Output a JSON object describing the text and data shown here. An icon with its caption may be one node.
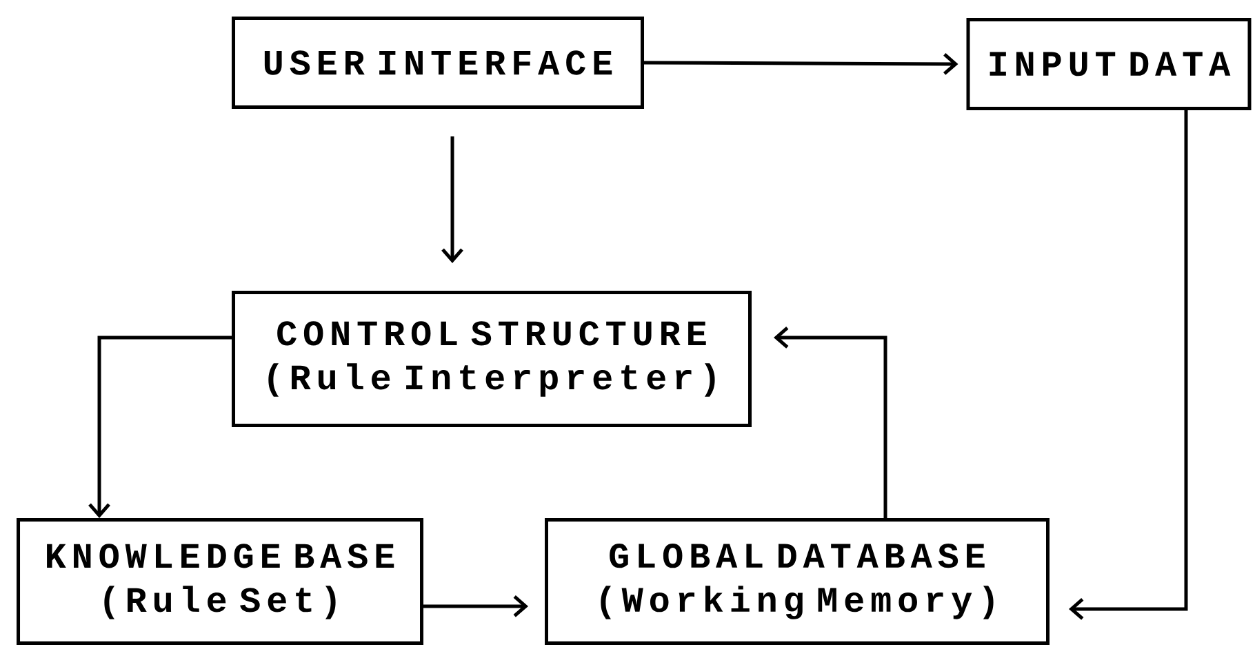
{
  "diagram": {
    "nodes": [
      {
        "text": [
          "USER INTERFACE"
        ]
      },
      {
        "text": [
          "INPUT DATA"
        ]
      },
      {
        "text": [
          "CONTROL STRUCTURE (Rule Interpreter)"
        ]
      },
      {
        "text": [
          "KNOWLEDGE BASE (Rule Set)"
        ]
      },
      {
        "text": [
          "GLOBAL DATABASE (Working Memory)"
        ]
      }
    ],
    "edges": [
      {
        "from": 0,
        "to": 1,
        "arrow": "to"
      },
      {
        "from": 0,
        "to": 2,
        "arrow": "to"
      },
      {
        "from": 1,
        "to": 4,
        "arrow": "to"
      },
      {
        "from": 4,
        "to": 2,
        "arrow": "to"
      },
      {
        "from": 2,
        "to": 3,
        "arrow": "to"
      },
      {
        "from": 3,
        "to": 4,
        "arrow": "to"
      }
    ]
  }
}
